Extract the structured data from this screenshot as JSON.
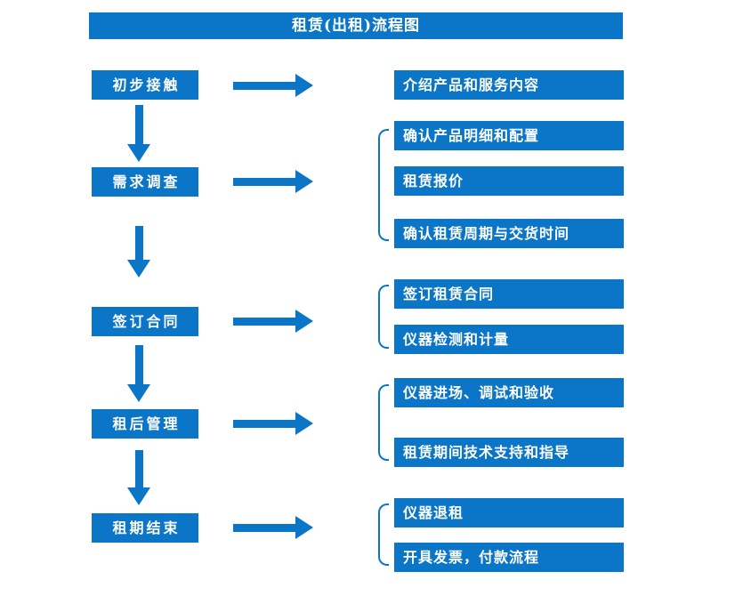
{
  "title": "租赁(出租)流程图",
  "diagram_type": "flowchart",
  "colors": {
    "accent": "#0b76c8",
    "text_on_accent": "#ffffff",
    "background": "#ffffff"
  },
  "stages": [
    {
      "label": "初步接触",
      "outputs": [
        "介绍产品和服务内容"
      ]
    },
    {
      "label": "需求调查",
      "outputs": [
        "确认产品明细和配置",
        "租赁报价",
        "确认租赁周期与交货时间"
      ]
    },
    {
      "label": "签订合同",
      "outputs": [
        "签订租赁合同",
        "仪器检测和计量"
      ]
    },
    {
      "label": "租后管理",
      "outputs": [
        "仪器进场、调试和验收",
        "租赁期间技术支持和指导"
      ]
    },
    {
      "label": "租期结束",
      "outputs": [
        "仪器退租",
        "开具发票，付款流程"
      ]
    }
  ]
}
